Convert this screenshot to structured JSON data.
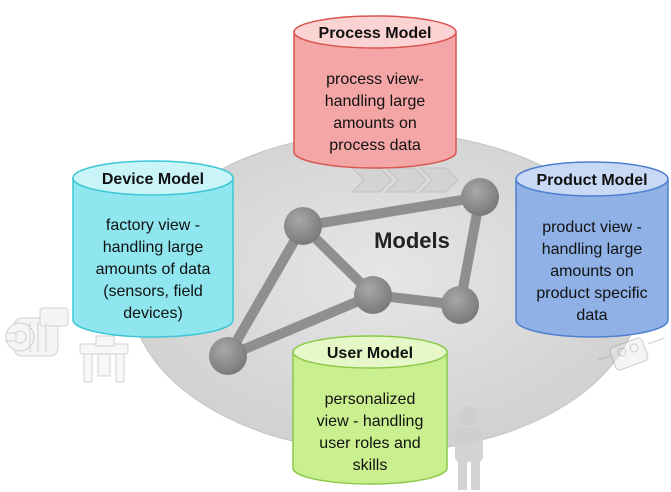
{
  "center_label": "Models",
  "colors": {
    "ellipse": "#dcdcdc",
    "network": "#8f8f8f",
    "node": "#8c8c8c",
    "chevron": "#d6d6d6"
  },
  "models": [
    {
      "id": "process",
      "title": "Process Model",
      "lines": [
        "process view-",
        "handling large",
        "amounts on",
        "process data"
      ],
      "fill": "#f4a6a6",
      "top_fill": "#fbd3d3",
      "stroke": "#d9534f"
    },
    {
      "id": "device",
      "title": "Device Model",
      "lines": [
        "factory view -",
        "handling large",
        "amounts of data",
        "(sensors, field",
        "devices)"
      ],
      "fill": "#8fe6ee",
      "top_fill": "#c9f5f8",
      "stroke": "#3cc7d6"
    },
    {
      "id": "product",
      "title": "Product Model",
      "lines": [
        "product view -",
        "handling large",
        "amounts on",
        "product specific",
        "data"
      ],
      "fill": "#8fb1e6",
      "top_fill": "#c8d9f5",
      "stroke": "#4f7fcf"
    },
    {
      "id": "user",
      "title": "User Model",
      "lines": [
        "personalized",
        "view - handling",
        "user roles and",
        "skills"
      ],
      "fill": "#c9ef8f",
      "top_fill": "#e6f8c8",
      "stroke": "#8cc94a"
    }
  ],
  "icons": [
    "motor-icon",
    "bracket-icon",
    "sensor-device-icon",
    "person-icon"
  ]
}
